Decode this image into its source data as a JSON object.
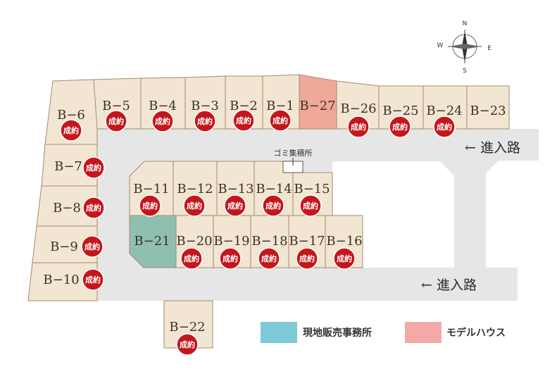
{
  "colors": {
    "lot": "#f2e6d2",
    "model_house": "#f0a898",
    "office": "#8fbfb0",
    "sold_badge": "#c4161c",
    "road": "#e6e6e6",
    "legend_office": "#7ecad8",
    "legend_model": "#f4a8a8"
  },
  "sold_label": "成約",
  "lots": [
    {
      "id": "B-1",
      "label": "B−1",
      "sold": true
    },
    {
      "id": "B-2",
      "label": "B−2",
      "sold": true
    },
    {
      "id": "B-3",
      "label": "B−3",
      "sold": true
    },
    {
      "id": "B-4",
      "label": "B−4",
      "sold": true
    },
    {
      "id": "B-5",
      "label": "B−5",
      "sold": true
    },
    {
      "id": "B-6",
      "label": "B−6",
      "sold": true
    },
    {
      "id": "B-7",
      "label": "B−7",
      "sold": true
    },
    {
      "id": "B-8",
      "label": "B−8",
      "sold": true
    },
    {
      "id": "B-9",
      "label": "B−9",
      "sold": true
    },
    {
      "id": "B-10",
      "label": "B−10",
      "sold": true
    },
    {
      "id": "B-11",
      "label": "B−11",
      "sold": true
    },
    {
      "id": "B-12",
      "label": "B−12",
      "sold": true
    },
    {
      "id": "B-13",
      "label": "B−13",
      "sold": true
    },
    {
      "id": "B-14",
      "label": "B−14",
      "sold": true
    },
    {
      "id": "B-15",
      "label": "B−15",
      "sold": true
    },
    {
      "id": "B-16",
      "label": "B−16",
      "sold": true
    },
    {
      "id": "B-17",
      "label": "B−17",
      "sold": true
    },
    {
      "id": "B-18",
      "label": "B−18",
      "sold": true
    },
    {
      "id": "B-19",
      "label": "B−19",
      "sold": true
    },
    {
      "id": "B-20",
      "label": "B−20",
      "sold": true
    },
    {
      "id": "B-21",
      "label": "B−21",
      "sold": false,
      "type": "office"
    },
    {
      "id": "B-22",
      "label": "B−22",
      "sold": true
    },
    {
      "id": "B-23",
      "label": "B−23",
      "sold": false
    },
    {
      "id": "B-24",
      "label": "B−24",
      "sold": true
    },
    {
      "id": "B-25",
      "label": "B−25",
      "sold": true
    },
    {
      "id": "B-26",
      "label": "B−26",
      "sold": true
    },
    {
      "id": "B-27",
      "label": "B−27",
      "sold": false,
      "type": "model"
    }
  ],
  "garbage": "ゴミ集積所",
  "entrances": [
    "← 進入路",
    "← 進入路"
  ],
  "compass": {
    "n": "N",
    "s": "S",
    "e": "E",
    "w": "W"
  },
  "legend": [
    {
      "label": "現地販売事務所",
      "color": "#7ecad8"
    },
    {
      "label": "モデルハウス",
      "color": "#f4a8a8"
    }
  ]
}
